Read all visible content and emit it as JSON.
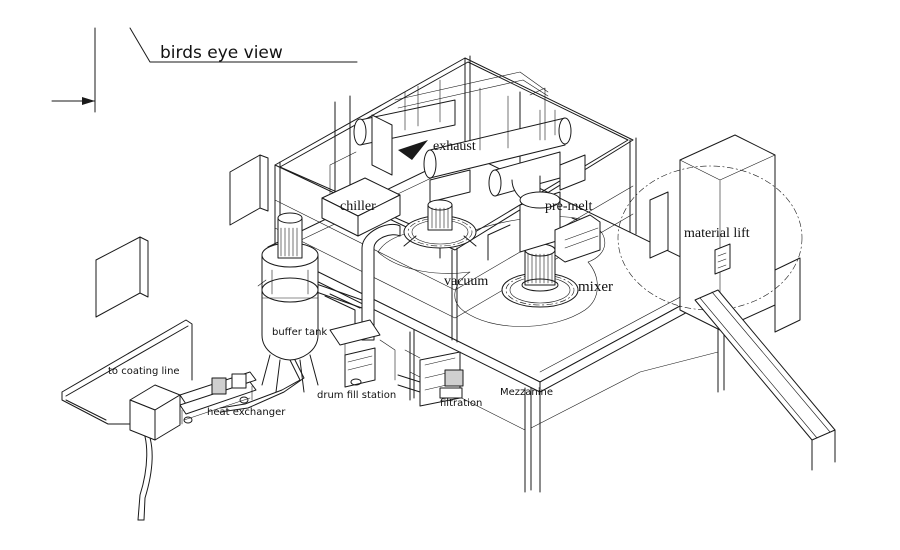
{
  "title": "birds eye view",
  "labels": {
    "exhaust": "exhaust",
    "chiller": "chiller",
    "pre_melt": "pre-melt",
    "material_lift": "material lift",
    "vacuum": "vacuum",
    "mixer": "mixer",
    "buffer_tank": "buffer tank",
    "to_coating_line": "to coating line",
    "heat_exchanger": "heat exchanger",
    "drum_fill_station": "drum fill station",
    "filtration": "filtration",
    "mezzanine": "Mezzanine"
  },
  "colors": {
    "line": "#1a1a1a",
    "background": "#ffffff"
  }
}
